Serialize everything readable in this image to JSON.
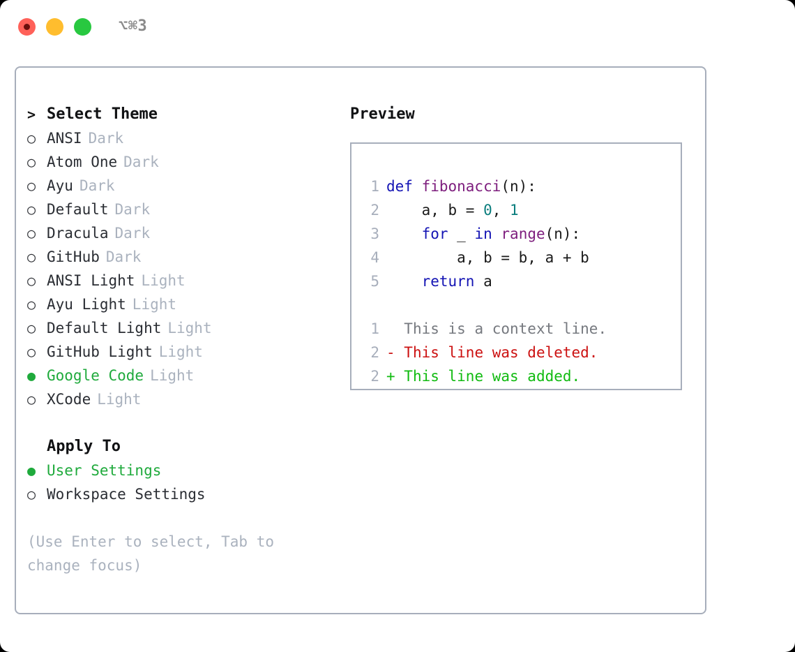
{
  "window": {
    "shortcut_title": "⌥⌘3",
    "traffic_lights": [
      "close-dot",
      "minimize-dot",
      "zoom-dot"
    ]
  },
  "colors": {
    "selected_green": "#1faa3c",
    "muted_gray": "#aab2be",
    "border": "#a7aebb",
    "keyword_blue": "#1414b4",
    "function_purple": "#7d1d7d",
    "number_teal": "#0a7d7d",
    "diff_delete_red": "#cc1111",
    "diff_add_green": "#11bb11",
    "diff_context_gray": "#76797f"
  },
  "theme_list": {
    "heading": "Select Theme",
    "heading_marker": ">",
    "marker_unselected": "○",
    "marker_selected": "●",
    "items": [
      {
        "label": "ANSI",
        "tag": "Dark",
        "selected": false
      },
      {
        "label": "Atom One",
        "tag": "Dark",
        "selected": false
      },
      {
        "label": "Ayu",
        "tag": "Dark",
        "selected": false
      },
      {
        "label": "Default",
        "tag": "Dark",
        "selected": false
      },
      {
        "label": "Dracula",
        "tag": "Dark",
        "selected": false
      },
      {
        "label": "GitHub",
        "tag": "Dark",
        "selected": false
      },
      {
        "label": "ANSI Light",
        "tag": "Light",
        "selected": false
      },
      {
        "label": "Ayu Light",
        "tag": "Light",
        "selected": false
      },
      {
        "label": "Default Light",
        "tag": "Light",
        "selected": false
      },
      {
        "label": "GitHub Light",
        "tag": "Light",
        "selected": false
      },
      {
        "label": "Google Code",
        "tag": "Light",
        "selected": true
      },
      {
        "label": "XCode",
        "tag": "Light",
        "selected": false
      }
    ]
  },
  "apply_to": {
    "heading": "Apply To",
    "items": [
      {
        "label": "User Settings",
        "selected": true
      },
      {
        "label": "Workspace Settings",
        "selected": false
      }
    ]
  },
  "hint": "(Use Enter to select, Tab to change focus)",
  "preview": {
    "title": "Preview",
    "code_lines": [
      {
        "number": "1",
        "tokens": [
          {
            "text": "def ",
            "type": "kw"
          },
          {
            "text": "fibonacci",
            "type": "fn"
          },
          {
            "text": "(n):",
            "type": "plain"
          }
        ]
      },
      {
        "number": "2",
        "tokens": [
          {
            "text": "    a, b = ",
            "type": "plain"
          },
          {
            "text": "0",
            "type": "num"
          },
          {
            "text": ", ",
            "type": "plain"
          },
          {
            "text": "1",
            "type": "num"
          }
        ]
      },
      {
        "number": "3",
        "tokens": [
          {
            "text": "    ",
            "type": "plain"
          },
          {
            "text": "for",
            "type": "kw"
          },
          {
            "text": " _ ",
            "type": "plain"
          },
          {
            "text": "in",
            "type": "kw"
          },
          {
            "text": " ",
            "type": "plain"
          },
          {
            "text": "range",
            "type": "fn"
          },
          {
            "text": "(n):",
            "type": "plain"
          }
        ]
      },
      {
        "number": "4",
        "tokens": [
          {
            "text": "        a, b = b, a + b",
            "type": "plain"
          }
        ]
      },
      {
        "number": "5",
        "tokens": [
          {
            "text": "    ",
            "type": "plain"
          },
          {
            "text": "return",
            "type": "kw"
          },
          {
            "text": " a",
            "type": "plain"
          }
        ]
      }
    ],
    "diff_lines": [
      {
        "number": "1",
        "prefix": "  ",
        "text": "This is a context line.",
        "kind": "context"
      },
      {
        "number": "2",
        "prefix": "- ",
        "text": "This line was deleted.",
        "kind": "delete"
      },
      {
        "number": "2",
        "prefix": "+ ",
        "text": "This line was added.",
        "kind": "add"
      }
    ]
  }
}
